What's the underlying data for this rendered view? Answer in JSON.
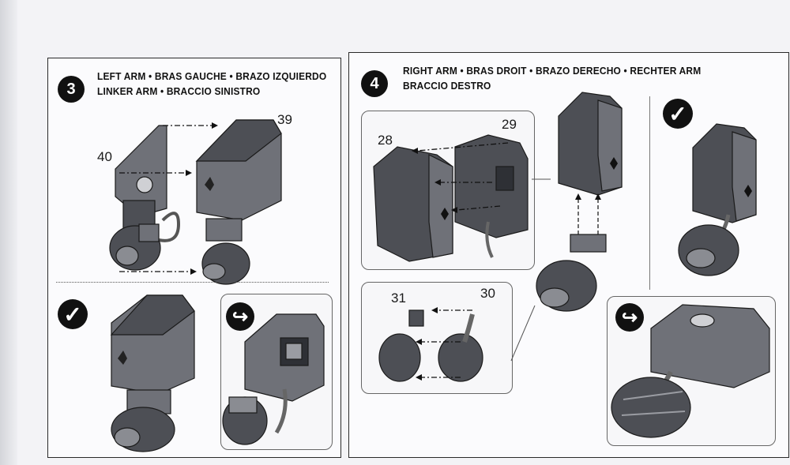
{
  "step3": {
    "number": "3",
    "title_line1": "LEFT ARM • BRAS GAUCHE • BRAZO IZQUIERDO",
    "title_line2": "LINKER ARM • BRACCIO SINISTRO",
    "part_a": "40",
    "part_b": "39"
  },
  "step4": {
    "number": "4",
    "title_line1": "RIGHT ARM • BRAS DROIT • BRAZO DERECHO • RECHTER ARM",
    "title_line2": "BRACCIO DESTRO",
    "part_a": "28",
    "part_b": "29",
    "part_c": "31",
    "part_d": "30"
  },
  "icons": {
    "check": "✓",
    "turn": "↪"
  },
  "colors": {
    "ink": "#111111",
    "part_dark": "#4d4f55",
    "part_mid": "#6f7178"
  }
}
